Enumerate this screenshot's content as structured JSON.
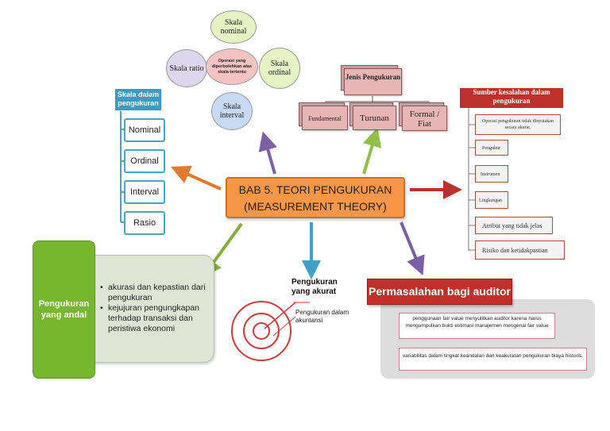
{
  "center": {
    "line1": "BAB 5. TEORI PENGUKURAN",
    "line2": "(MEASUREMENT THEORY)"
  },
  "venn": {
    "top": "Skala nominal",
    "left": "Skala ratio",
    "right": "Skala ordinal",
    "bottom": "Skala interval",
    "middle": "Operasi yang diperbolehkan atas skala tertentu"
  },
  "skala": {
    "title": "Skala dalam pengukuran",
    "items": [
      "Nominal",
      "Ordinal",
      "Interval",
      "Rasio"
    ]
  },
  "jenis": {
    "title": "Jenis Pengukuran",
    "items": [
      "Fundamental",
      "Turunan",
      "Formal / Fiat"
    ]
  },
  "sumber": {
    "title": "Sumber kesalahan dalam pengukuran",
    "items": [
      "Operasi pengukuran tidak dinyatakan secara akurat.",
      "Pengukur",
      "Instrumen",
      "Lingkungan",
      "Atribut yang tidak jelas",
      "Risiko dan ketidakpastian"
    ]
  },
  "andal": {
    "title": "Pengukuran yang andal",
    "items": [
      "akurasi dan kepastian dari pengukuran",
      "kejujuran pengungkapan terhadap transaksi dan peristiwa ekonomi"
    ]
  },
  "akurat": {
    "title": "Pengukuran yang akurat",
    "subtitle": "Pengukuran dalam akuntansi"
  },
  "permasalahan": {
    "title": "Permasalahan bagi auditor",
    "items": [
      "penggunaan fair value menyulitkan auditor karena harus mengumpulkan bukti estimasi manajemen mengenai fair value",
      "variabilitas dalam tingkat keandalan dan keakuratan pengukuran biaya historis."
    ]
  },
  "colors": {
    "center": "#f79646",
    "skala": "#3c9bc2",
    "andal": "#76b72f",
    "sumber": "#c0302a",
    "permasalahan": "#c0302a",
    "jenis": "#e8b5b5"
  }
}
